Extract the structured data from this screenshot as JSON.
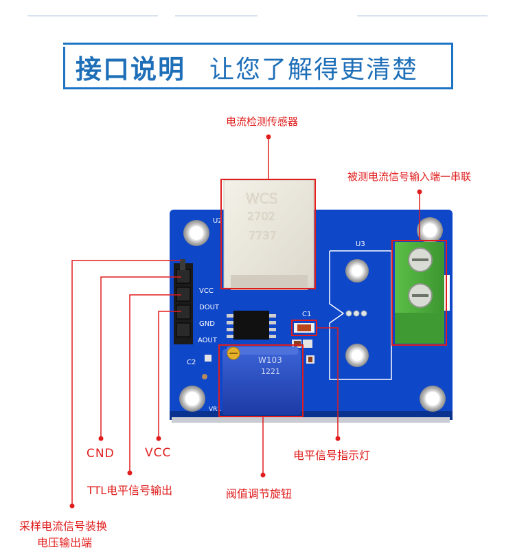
{
  "header": {
    "title_strong": "接口说明",
    "title_light": "让您了解得更清楚"
  },
  "board": {
    "sensor_marking": [
      "WCS",
      "2702",
      "7737"
    ],
    "pot_marking": [
      "W103",
      "1221"
    ],
    "silkscreen": {
      "u2": "U2",
      "u3": "U3",
      "c1": "C1",
      "c2": "C2",
      "vr1": "VR1",
      "pins": [
        "VCC",
        "DOUT",
        "GND",
        "AOUT"
      ]
    }
  },
  "callouts": {
    "current_sensor": "电流检测传感器",
    "series_input": "被测电流信号输入端一串联",
    "cnd": "CND",
    "vcc": "VCC",
    "ttl_out": "TTL电平信号输出",
    "analog_out_line1": "采样电流信号装换",
    "analog_out_line2": "电压输出端",
    "threshold_knob": "阀值调节旋钮",
    "level_indicator": "电平信号指示灯"
  },
  "colors": {
    "accent_blue": "#1e6fb8",
    "callout_red": "#e01c1c",
    "pcb_blue": "#0f47c9",
    "terminal_green": "#4fae3c"
  }
}
